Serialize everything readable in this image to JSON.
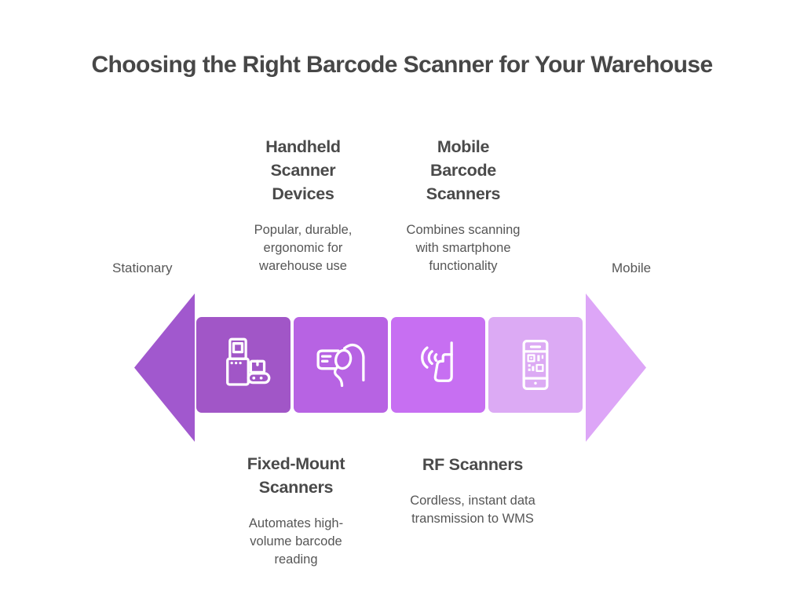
{
  "title": "Choosing the Right Barcode Scanner for Your Warehouse",
  "axis": {
    "left": "Stationary",
    "right": "Mobile"
  },
  "arrow": {
    "left_color": "#a158ce",
    "right_color": "#dda6f7"
  },
  "scanners": [
    {
      "name": "Fixed-Mount Scanners",
      "description": "Automates high-volume barcode reading",
      "color": "#a156c7",
      "icon": "fixed-mount-scanner-icon",
      "label_position": "below"
    },
    {
      "name": "Handheld Scanner Devices",
      "description": "Popular, durable, ergonomic for warehouse use",
      "color": "#b763e3",
      "icon": "handheld-scanner-icon",
      "label_position": "above"
    },
    {
      "name": "RF Scanners",
      "description": "Cordless, instant data transmission to WMS",
      "color": "#c76ff2",
      "icon": "rf-scanner-icon",
      "label_position": "below"
    },
    {
      "name": "Mobile Barcode Scanners",
      "description": "Combines scanning with smartphone functionality",
      "color": "#dcaaf4",
      "icon": "mobile-barcode-scanner-icon",
      "label_position": "above"
    }
  ]
}
